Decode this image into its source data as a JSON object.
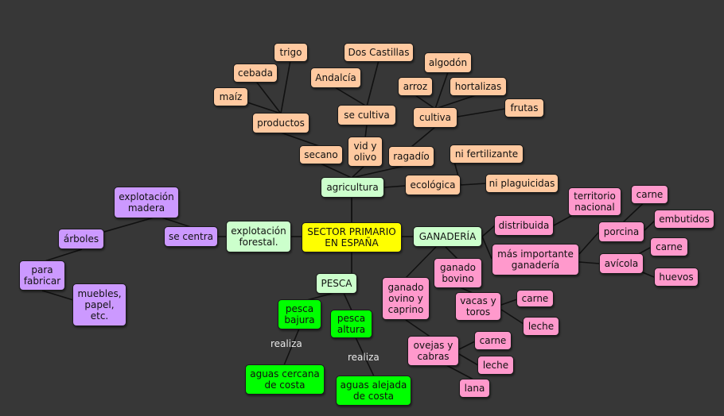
{
  "colors": {
    "background": "#373737",
    "root": "#ffff00",
    "agri": "#ffc9a0",
    "branch": "#ccffcc",
    "gan": "#ff99cc",
    "forest": "#cc99ff",
    "pesca": "#00ff00",
    "line": "#111111"
  },
  "nodes": {
    "root": "SECTOR PRIMARIO\nEN ESPAÑA",
    "agricultura": "agricultura",
    "secano": "secano",
    "vid_olivo": "vid y\nolivo",
    "ragadio": "ragadío",
    "ecologica": "ecológica",
    "ni_fertilizante": "ni fertilizante",
    "ni_plaguicidas": "ni plaguicidas",
    "productos": "productos",
    "maiz": "maíz",
    "cebada": "cebada",
    "trigo": "trigo",
    "se_cultiva": "se cultiva",
    "andalucia": "Andalcía",
    "dos_castillas": "Dos Castillas",
    "cultiva": "cultiva",
    "arroz": "arroz",
    "algodon": "algodón",
    "hortalizas": "hortalizas",
    "frutas": "frutas",
    "ganaderia": "GANADERÍA",
    "distribuida": "distribuida",
    "territorio_nacional": "territorio\nnacional",
    "mas_importante": "más importante\nganadería",
    "porcina": "porcina",
    "carne_porcina": "carne",
    "embutidos": "embutidos",
    "avicola": "avícola",
    "carne_avicola": "carne",
    "huevos": "huevos",
    "ganado_bovino": "ganado\nbovino",
    "vacas_toros": "vacas y\ntoros",
    "carne_vacas": "carne",
    "leche_vacas": "leche",
    "ganado_ovino": "ganado\novino y\ncaprino",
    "ovejas_cabras": "ovejas y\ncabras",
    "carne_ovejas": "carne",
    "leche_ovejas": "leche",
    "lana": "lana",
    "explotacion_forestal": "explotación\nforestal.",
    "se_centra": "se centra",
    "explotacion_madera": "explotación\nmadera",
    "arboles": "árboles",
    "para_fabricar": "para\nfabricar",
    "muebles": "muebles,\npapel,\netc.",
    "pesca": "PESCA",
    "pesca_bajura": "pesca\nbajura",
    "pesca_altura": "pesca\naltura",
    "aguas_cercana": "aguas cercana\nde costa",
    "aguas_alejada": "aguas alejada\nde costa"
  },
  "labels": {
    "realiza_bajura": "realiza",
    "realiza_altura": "realiza"
  }
}
